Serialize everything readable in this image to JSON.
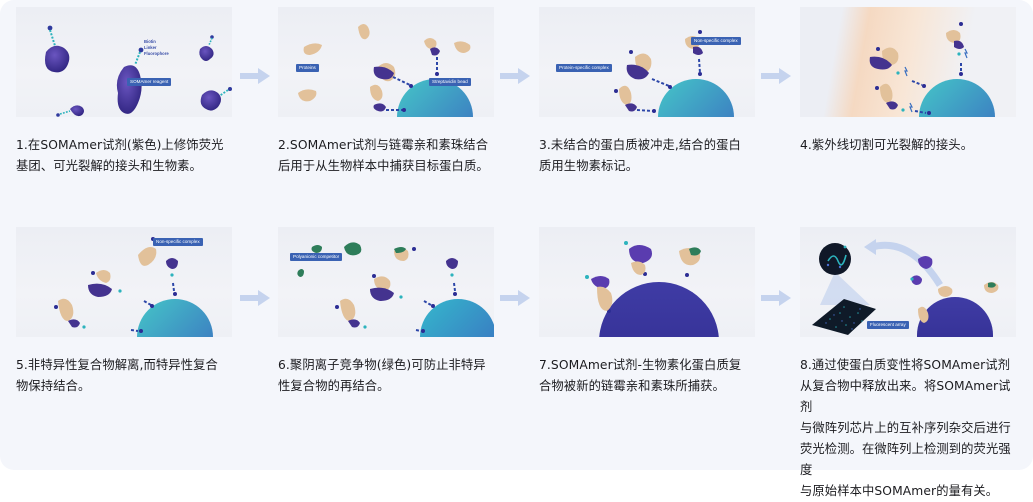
{
  "colors": {
    "background": "#f4f6fb",
    "arrow": "#c5d3ee",
    "label_bg": "#3a62b3",
    "somamer_purple": "#4a3a98",
    "protein_tan": "#e6c8a2",
    "competitor_green": "#2e7d5a",
    "bead_teal": "#3fc0c8",
    "bead_blue": "#3a6fc0",
    "bead_navy": "#35309a"
  },
  "steps": [
    {
      "number": 1,
      "caption": "1.在SOMAmer试剂(紫色)上修饰荧光\n基团、可光裂解的接头和生物素。",
      "labels": [
        "SOMAmer reagent"
      ],
      "legend": [
        "Biotin",
        "Linker",
        "Fluorophore"
      ]
    },
    {
      "number": 2,
      "caption": "2.SOMAmer试剂与链霉亲和素珠结合\n后用于从生物样本中捕获目标蛋白质。",
      "labels": [
        "Proteins",
        "Streptavidin bead"
      ]
    },
    {
      "number": 3,
      "caption": "3.未结合的蛋白质被冲走,结合的蛋白\n质用生物素标记。",
      "labels": [
        "Protein-specific complex",
        "Non-specific complex"
      ]
    },
    {
      "number": 4,
      "caption": "4.紫外线切割可光裂解的接头。",
      "labels": []
    },
    {
      "number": 5,
      "caption": "5.非特异性复合物解离,而特异性复合\n物保持结合。",
      "labels": [
        "Non-specific complex"
      ]
    },
    {
      "number": 6,
      "caption": "6.聚阴离子竞争物(绿色)可防止非特异\n性复合物的再结合。",
      "labels": [
        "Polyanionic competitor"
      ]
    },
    {
      "number": 7,
      "caption": "7.SOMAmer试剂-生物素化蛋白质复\n合物被新的链霉亲和素珠所捕获。",
      "labels": []
    },
    {
      "number": 8,
      "caption": "8.通过使蛋白质变性将SOMAmer试剂\n从复合物中释放出来。将SOMAmer试剂\n与微阵列芯片上的互补序列杂交后进行\n荧光检测。在微阵列上检测到的荧光强度\n与原始样本中SOMAmer的量有关。",
      "labels": [
        "Fluorescent array"
      ]
    }
  ],
  "arrows": [
    "arrow-right",
    "arrow-right",
    "arrow-right",
    "arrow-right",
    "arrow-right",
    "arrow-right"
  ]
}
